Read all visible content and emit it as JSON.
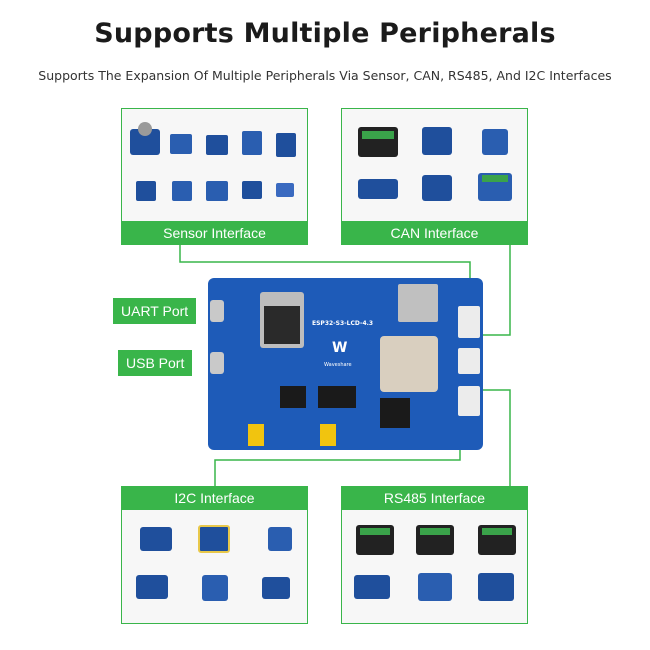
{
  "heading": {
    "title": "Supports Multiple Peripherals",
    "subtitle": "Supports The Expansion Of Multiple Peripherals Via Sensor, CAN, RS485, And I2C Interfaces"
  },
  "panels": {
    "sensor": "Sensor Interface",
    "can": "CAN Interface",
    "i2c": "I2C Interface",
    "rs485": "RS485 Interface"
  },
  "ports": {
    "uart": "UART Port",
    "usb": "USB Port"
  },
  "board": {
    "model": "ESP32-S3-LCD-4.3",
    "brand": "Waveshare"
  },
  "colors": {
    "accent": "#39b54a",
    "board": "#1e5bb8",
    "board_dark": "#174a9a"
  }
}
